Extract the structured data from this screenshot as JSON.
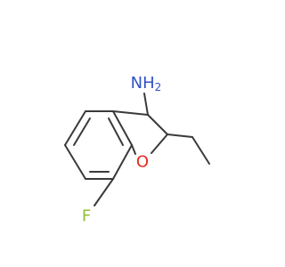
{
  "molecule": {
    "atom_labels": {
      "amine": "NH",
      "amine_subscript": "2",
      "oxygen": "O",
      "fluorine": "F"
    },
    "colors": {
      "bond": "#3a3a3a",
      "nitrogen": "#3050c8",
      "oxygen": "#e8281e",
      "fluorine": "#8ebc3a"
    }
  }
}
